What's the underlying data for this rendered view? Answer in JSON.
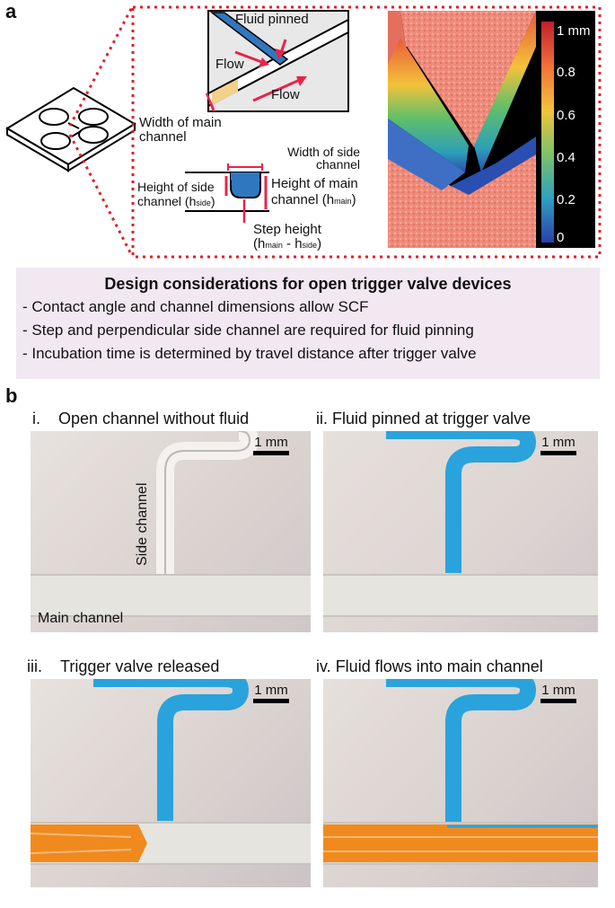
{
  "panel_a": {
    "letter": "a",
    "labels": {
      "fluid_pinned": "Fluid pinned",
      "flow_top": "Flow",
      "flow_bottom": "Flow",
      "width_main_1": "Width of main",
      "width_main_2": "channel",
      "width_side_1": "Width of side",
      "width_side_2": "channel",
      "height_side_1": "Height of side",
      "height_side_2": "channel (h",
      "height_side_sub": "side",
      "height_main_1": "Height of main",
      "height_main_2": "channel (h",
      "height_main_sub": "main",
      "step_1": "Step height",
      "step_2a": "(h",
      "step_2b": "main",
      "step_2c": " - h",
      "step_2d": "side",
      "close_paren": ")"
    },
    "colorbar": {
      "ticks": [
        "1 mm",
        "0.8",
        "0.6",
        "0.4",
        "0.2",
        "0"
      ]
    }
  },
  "design": {
    "title": "Design considerations for open trigger valve devices",
    "bullets": [
      "- Contact angle and channel dimensions allow SCF",
      "- Step and perpendicular side channel are required for fluid pinning",
      "- Incubation time is determined by travel distance after trigger valve"
    ]
  },
  "panel_b": {
    "letter": "b",
    "scale_label": "1 mm",
    "photos": [
      {
        "numeral": "i.",
        "title": "Open channel without fluid",
        "side_label": "Side channel",
        "main_label": "Main channel"
      },
      {
        "numeral": "ii.",
        "title": "Fluid pinned at trigger valve"
      },
      {
        "numeral": "iii.",
        "title": "Trigger valve released"
      },
      {
        "numeral": "iv.",
        "title": "Fluid flows into main channel"
      }
    ]
  },
  "colors": {
    "dotted_frame": "#e0202a",
    "accent": "#e8234a",
    "fluid_blue": "#2aa3dc",
    "fluid_orange": "#f08a1e",
    "design_bg": "#f1e8f1"
  }
}
